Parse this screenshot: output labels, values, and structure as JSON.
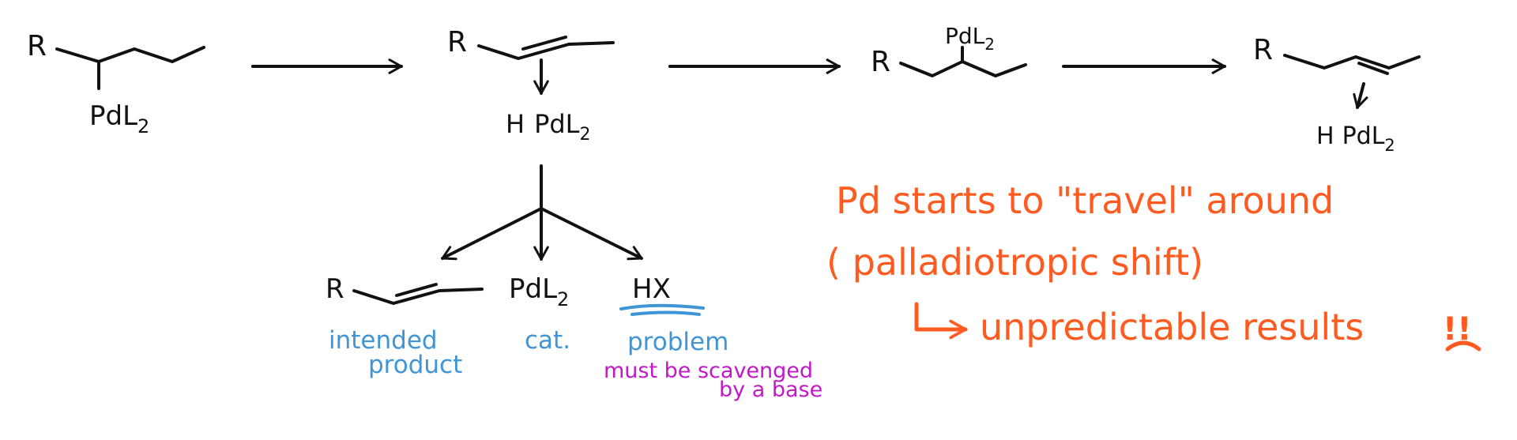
{
  "colors": {
    "ink": "#111111",
    "label_blue": "#3f95d6",
    "note_purple": "#c218c8",
    "note_orange": "#ff5a1f"
  },
  "molecules": {
    "start": {
      "r": "R",
      "pd": "PdL",
      "pd_sub": "2"
    },
    "alkene_complex": {
      "r": "R",
      "h": "H",
      "pd": "PdL",
      "pd_sub": "2"
    },
    "migrated": {
      "r": "R",
      "pd": "PdL",
      "pd_sub": "2"
    },
    "shifted_alkene": {
      "r": "R",
      "h": "H",
      "pd": "PdL",
      "pd_sub": "2"
    }
  },
  "products": {
    "alkene": {
      "r": "R",
      "label_line1": "intended",
      "label_line2": "product"
    },
    "catalyst": {
      "pd": "PdL",
      "pd_sub": "2",
      "label": "cat."
    },
    "acid": {
      "formula": "HX",
      "label": "problem",
      "note_line1": "must be scavenged",
      "note_line2": "by a base"
    }
  },
  "annotation": {
    "line1": "Pd starts to \"travel\" around",
    "line2": "( palladiotropic shift)",
    "line3": "unpredictable results",
    "exclaim": "!!",
    "icons": [
      "hook-arrow-icon",
      "sad-face-icon"
    ]
  }
}
